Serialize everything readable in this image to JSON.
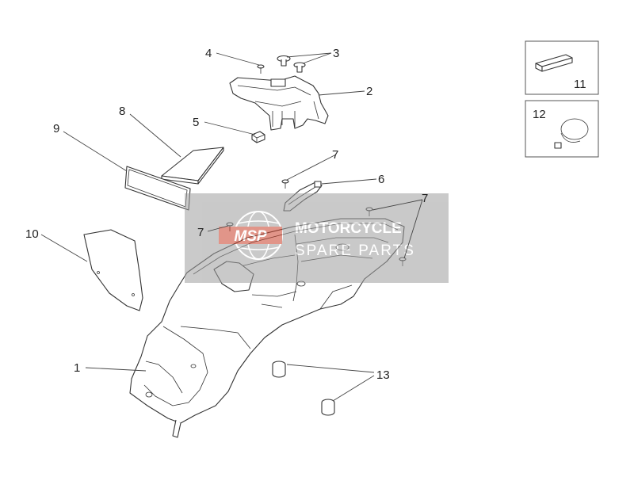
{
  "watermark": {
    "logo_text": "MSP",
    "line1": "MOTORCYCLE",
    "line2": "SPARE PARTS"
  },
  "callouts": {
    "c1": "1",
    "c2": "2",
    "c3": "3",
    "c4": "4",
    "c5": "5",
    "c6": "6",
    "c7a": "7",
    "c7b": "7",
    "c7c": "7",
    "c8": "8",
    "c9": "9",
    "c10": "10",
    "c11": "11",
    "c12": "12",
    "c13": "13"
  }
}
